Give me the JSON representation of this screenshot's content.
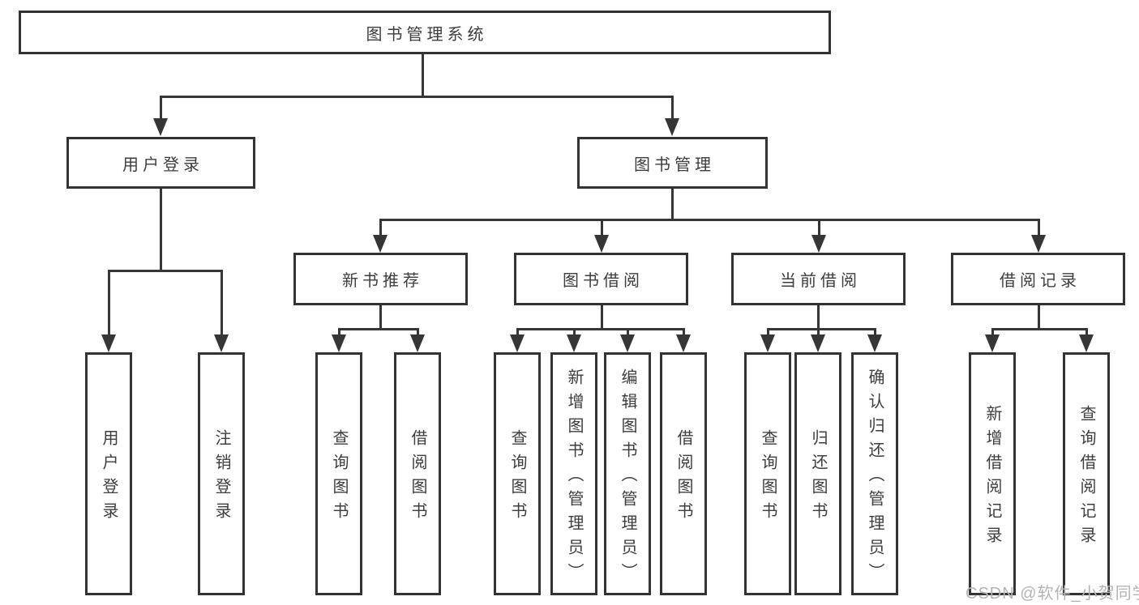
{
  "diagram": {
    "root": {
      "label": "图书管理系统"
    },
    "level2": [
      {
        "label": "用户登录"
      },
      {
        "label": "图书管理"
      }
    ],
    "level3": [
      {
        "label": "新书推荐"
      },
      {
        "label": "图书借阅"
      },
      {
        "label": "当前借阅"
      },
      {
        "label": "借阅记录"
      }
    ],
    "leaves": [
      {
        "label": "用户登录"
      },
      {
        "label": "注销登录"
      },
      {
        "label": "查询图书"
      },
      {
        "label": "借阅图书"
      },
      {
        "label": "查询图书"
      },
      {
        "label": "新增图书（管理员）"
      },
      {
        "label": "编辑图书（管理员）"
      },
      {
        "label": "借阅图书"
      },
      {
        "label": "查询图书"
      },
      {
        "label": "归还图书"
      },
      {
        "label": "确认归还（管理员）"
      },
      {
        "label": "新增借阅记录"
      },
      {
        "label": "查询借阅记录"
      }
    ]
  },
  "watermark": {
    "text": "CSDN @软件_小贺同学",
    "color": "#b3b3b3"
  },
  "colors": {
    "line": "#363636",
    "border": "#333333",
    "text": "#3d3d3d",
    "background": "#ffffff"
  }
}
